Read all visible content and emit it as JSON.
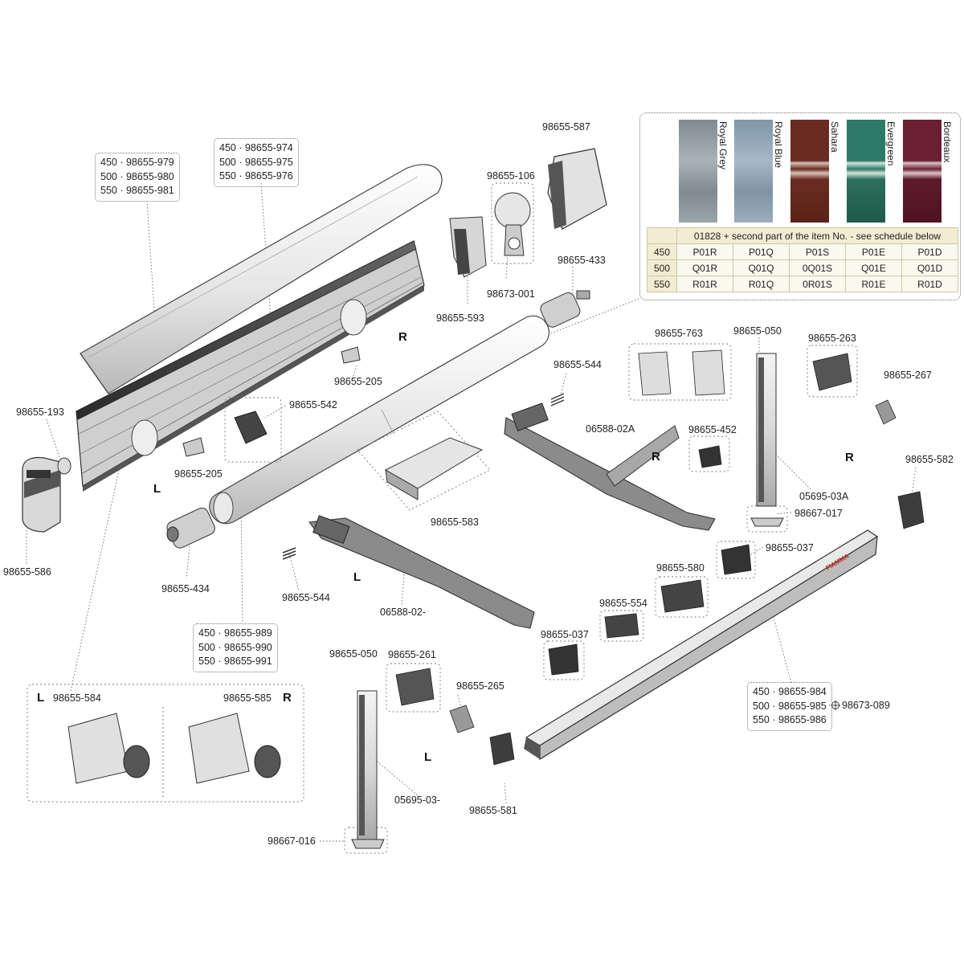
{
  "colors": {
    "royal_grey": "#8e9aa0",
    "royal_blue": "#8fa2b3",
    "sahara": "#6e2f22",
    "evergreen": "#2c7a66",
    "bordeaux": "#6e2032",
    "table_header": "#f3ecd3",
    "line": "#555555"
  },
  "fabric_table": {
    "swatches": [
      {
        "name": "Royal Grey"
      },
      {
        "name": "Royal Blue"
      },
      {
        "name": "Sahara"
      },
      {
        "name": "Evergreen"
      },
      {
        "name": "Bordeaux"
      }
    ],
    "header": "01828 + second part of the item No. - see schedule below",
    "rows": [
      {
        "size": "450",
        "codes": [
          "P01R",
          "P01Q",
          "P01S",
          "P01E",
          "P01D"
        ]
      },
      {
        "size": "500",
        "codes": [
          "Q01R",
          "Q01Q",
          "0Q01S",
          "Q01E",
          "Q01D"
        ]
      },
      {
        "size": "550",
        "codes": [
          "R01R",
          "R01Q",
          "0R01S",
          "R01E",
          "R01D"
        ]
      }
    ]
  },
  "size_groups": {
    "cover": [
      "450 · 98655-979",
      "500 · 98655-980",
      "550 · 98655-981"
    ],
    "case": [
      "450 · 98655-974",
      "500 · 98655-975",
      "550 · 98655-976"
    ],
    "roller": [
      "450 · 98655-989",
      "500 · 98655-990",
      "550 · 98655-991"
    ],
    "front_rail": [
      "450 · 98655-984",
      "500 · 98655-985",
      "550 · 98655-986"
    ]
  },
  "parts": {
    "p587": "98655-587",
    "p106": "98655-106",
    "p001": "98673-001",
    "p593": "98655-593",
    "p433": "98655-433",
    "p205a": "98655-205",
    "p205b": "98655-205",
    "p193": "98655-193",
    "p542": "98655-542",
    "p586": "98655-586",
    "p434": "98655-434",
    "p544a": "98655-544",
    "p544b": "98655-544",
    "p583": "98655-583",
    "p763": "98655-763",
    "p050a": "98655-050",
    "p050b": "98655-050",
    "p263": "98655-263",
    "p267": "98655-267",
    "p582": "98655-582",
    "p452": "98655-452",
    "p02A": "06588-02A",
    "p02": "06588-02-",
    "p03A": "05695-03A",
    "p03": "05695-03-",
    "p017": "98667-017",
    "p016": "98667-016",
    "p037a": "98655-037",
    "p037b": "98655-037",
    "p580": "98655-580",
    "p554": "98655-554",
    "p261": "98655-261",
    "p265": "98655-265",
    "p581": "98655-581",
    "p584": "98655-584",
    "p585": "98655-585",
    "p089": "98673-089"
  },
  "sides": {
    "r1": "R",
    "r2": "R",
    "r3": "R",
    "r4": "R",
    "l1": "L",
    "l2": "L",
    "l3": "L",
    "l4": "L"
  },
  "brand": "FIAMMA"
}
